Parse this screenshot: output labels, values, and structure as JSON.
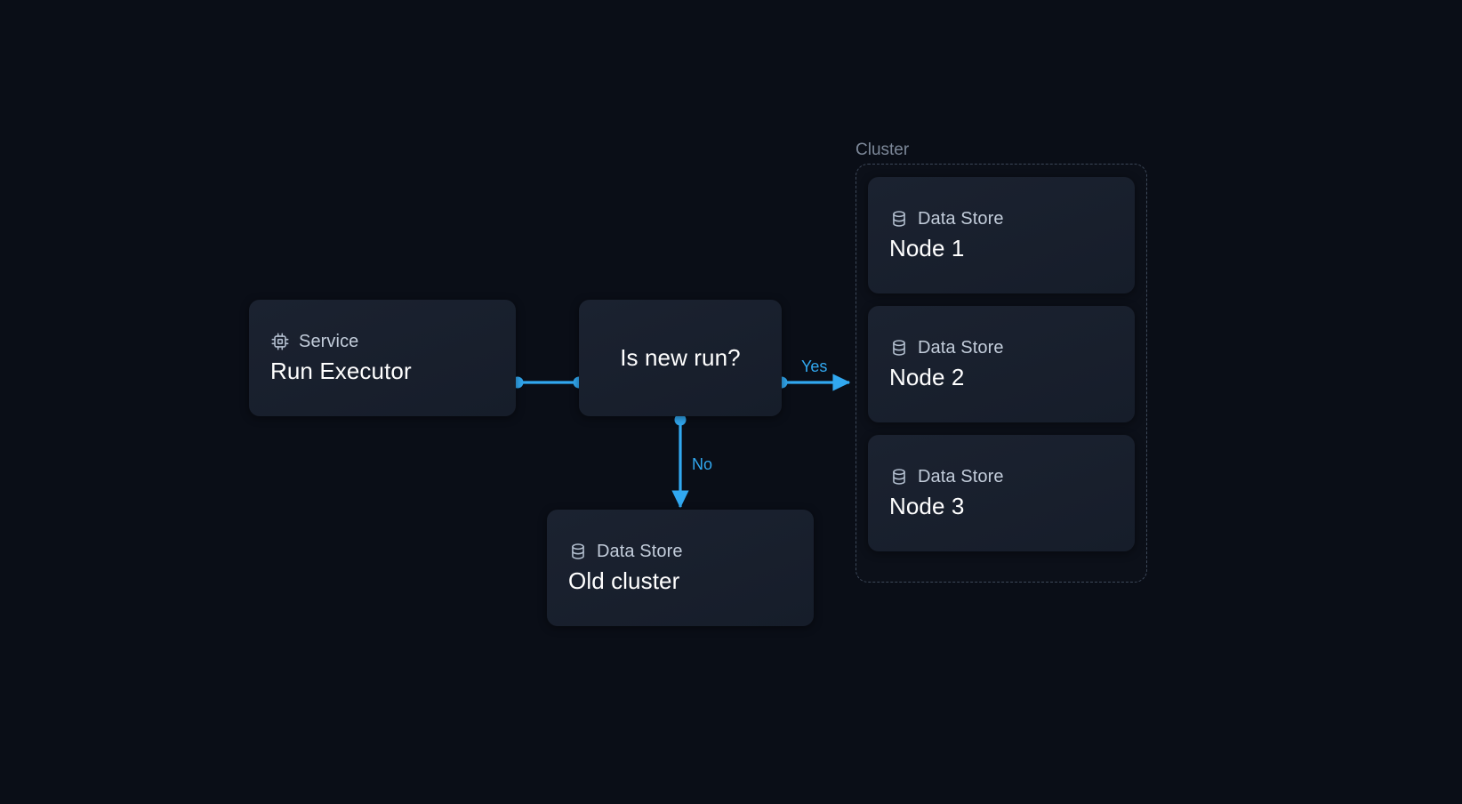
{
  "theme": {
    "background": "#0a0e17",
    "node_fill": "#1b2230",
    "node_fill_alt": "#161d2a",
    "edge_color": "#31a8f0",
    "group_border": "#3d4859",
    "group_label_color": "#7c8798",
    "kind_text_color": "#c2ccda",
    "title_text_color": "#ffffff"
  },
  "group": {
    "label": "Cluster"
  },
  "nodes": [
    {
      "id": "run-executor",
      "kind": "Service",
      "title": "Run Executor",
      "icon": "cpu-icon"
    },
    {
      "id": "is-new-run",
      "title": "Is new run?",
      "icon": "none"
    },
    {
      "id": "node-1",
      "kind": "Data Store",
      "title": "Node 1",
      "icon": "database-icon"
    },
    {
      "id": "node-2",
      "kind": "Data Store",
      "title": "Node 2",
      "icon": "database-icon"
    },
    {
      "id": "node-3",
      "kind": "Data Store",
      "title": "Node 3",
      "icon": "database-icon"
    },
    {
      "id": "old-cluster",
      "kind": "Data Store",
      "title": "Old cluster",
      "icon": "database-icon"
    }
  ],
  "edges": [
    {
      "id": "exec-to-decision",
      "label": ""
    },
    {
      "id": "decision-to-node2",
      "label": "Yes"
    },
    {
      "id": "decision-to-old-cluster",
      "label": "No"
    }
  ]
}
